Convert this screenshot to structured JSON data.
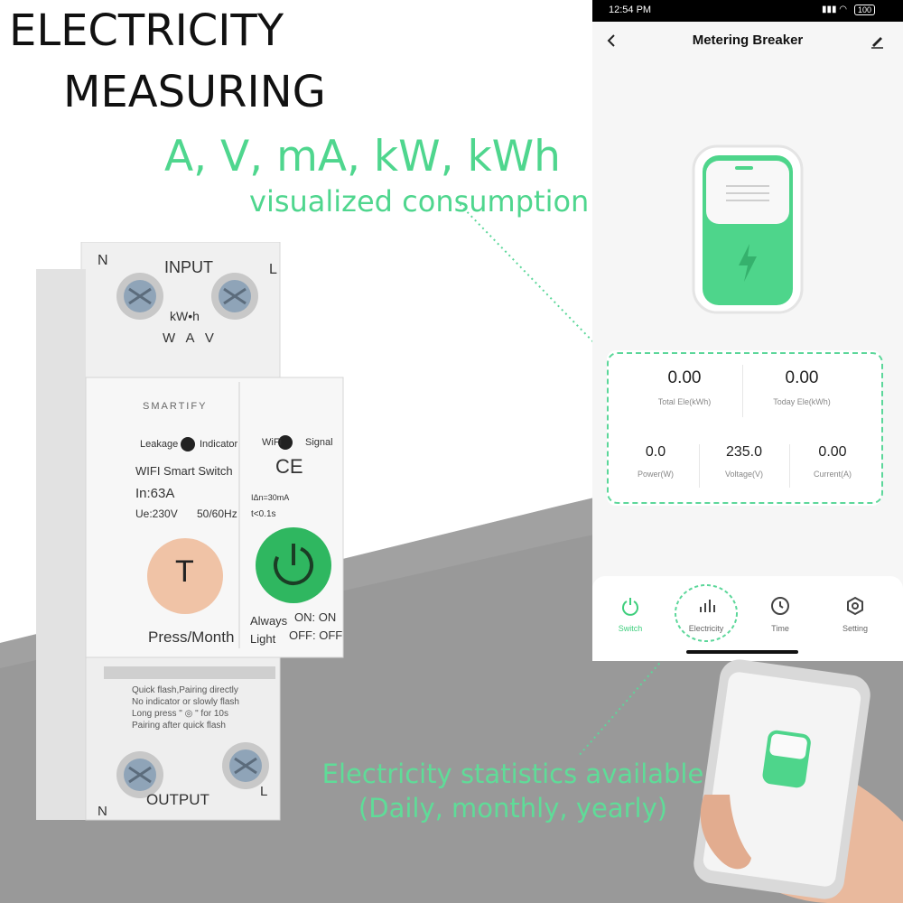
{
  "headline": {
    "line1": "ELECTRICITY",
    "line2": "MEASURING",
    "units": "A, V, mA, kW, kWh",
    "subtitle": "visualized consumption"
  },
  "caption": {
    "line1": "Electricity statistics available",
    "line2": "(Daily, monthly, yearly)"
  },
  "device": {
    "top_n": "N",
    "top_l": "L",
    "input_label": "INPUT",
    "meter_unit": "kW•h",
    "meter_symbols": "W A V",
    "brand": "SMARTIFY",
    "leakage": "Leakage",
    "indicator": "Indicator",
    "wifi": "WiFi",
    "signal": "Signal",
    "model": "WIFI Smart Switch",
    "rating": "In:63A",
    "voltage": "Ue:230V",
    "frequency": "50/60Hz",
    "ce": "CE",
    "trip_current": "IΔn=30mA",
    "trip_time": "t<0.1s",
    "test_button": "T",
    "press_month": "Press/Month",
    "always": "Always",
    "light": "Light",
    "on_on": "ON: ON",
    "off_off": "OFF: OFF",
    "instructions": [
      "Quick flash,Pairing directly",
      "No indicator or slowly flash",
      "Long press \" ◎ \" for 10s",
      "Pairing after quick flash"
    ],
    "output_label": "OUTPUT",
    "bottom_n": "N",
    "bottom_l": "L"
  },
  "phone": {
    "status": {
      "time": "12:54 PM",
      "battery": "100"
    },
    "title": "Metering Breaker",
    "back_icon": "chevron-left-icon",
    "edit_icon": "pencil-icon",
    "stats": [
      {
        "value": "0.00",
        "label": "Total Ele(kWh)"
      },
      {
        "value": "0.00",
        "label": "Today Ele(kWh)"
      },
      {
        "value": "0.0",
        "label": "Power(W)"
      },
      {
        "value": "235.0",
        "label": "Voltage(V)"
      },
      {
        "value": "0.00",
        "label": "Current(A)"
      }
    ],
    "tabs": [
      {
        "label": "Switch",
        "icon": "power-icon",
        "active": true
      },
      {
        "label": "Electricity",
        "icon": "bar-chart-icon",
        "active": false
      },
      {
        "label": "Time",
        "icon": "clock-icon",
        "active": false
      },
      {
        "label": "Setting",
        "icon": "hexagon-gear-icon",
        "active": false
      }
    ]
  },
  "colors": {
    "accent_green": "#4fd68e",
    "button_green": "#2fb760",
    "test_button": "#f0c3a6",
    "gray_band": "#9a9a9a"
  }
}
